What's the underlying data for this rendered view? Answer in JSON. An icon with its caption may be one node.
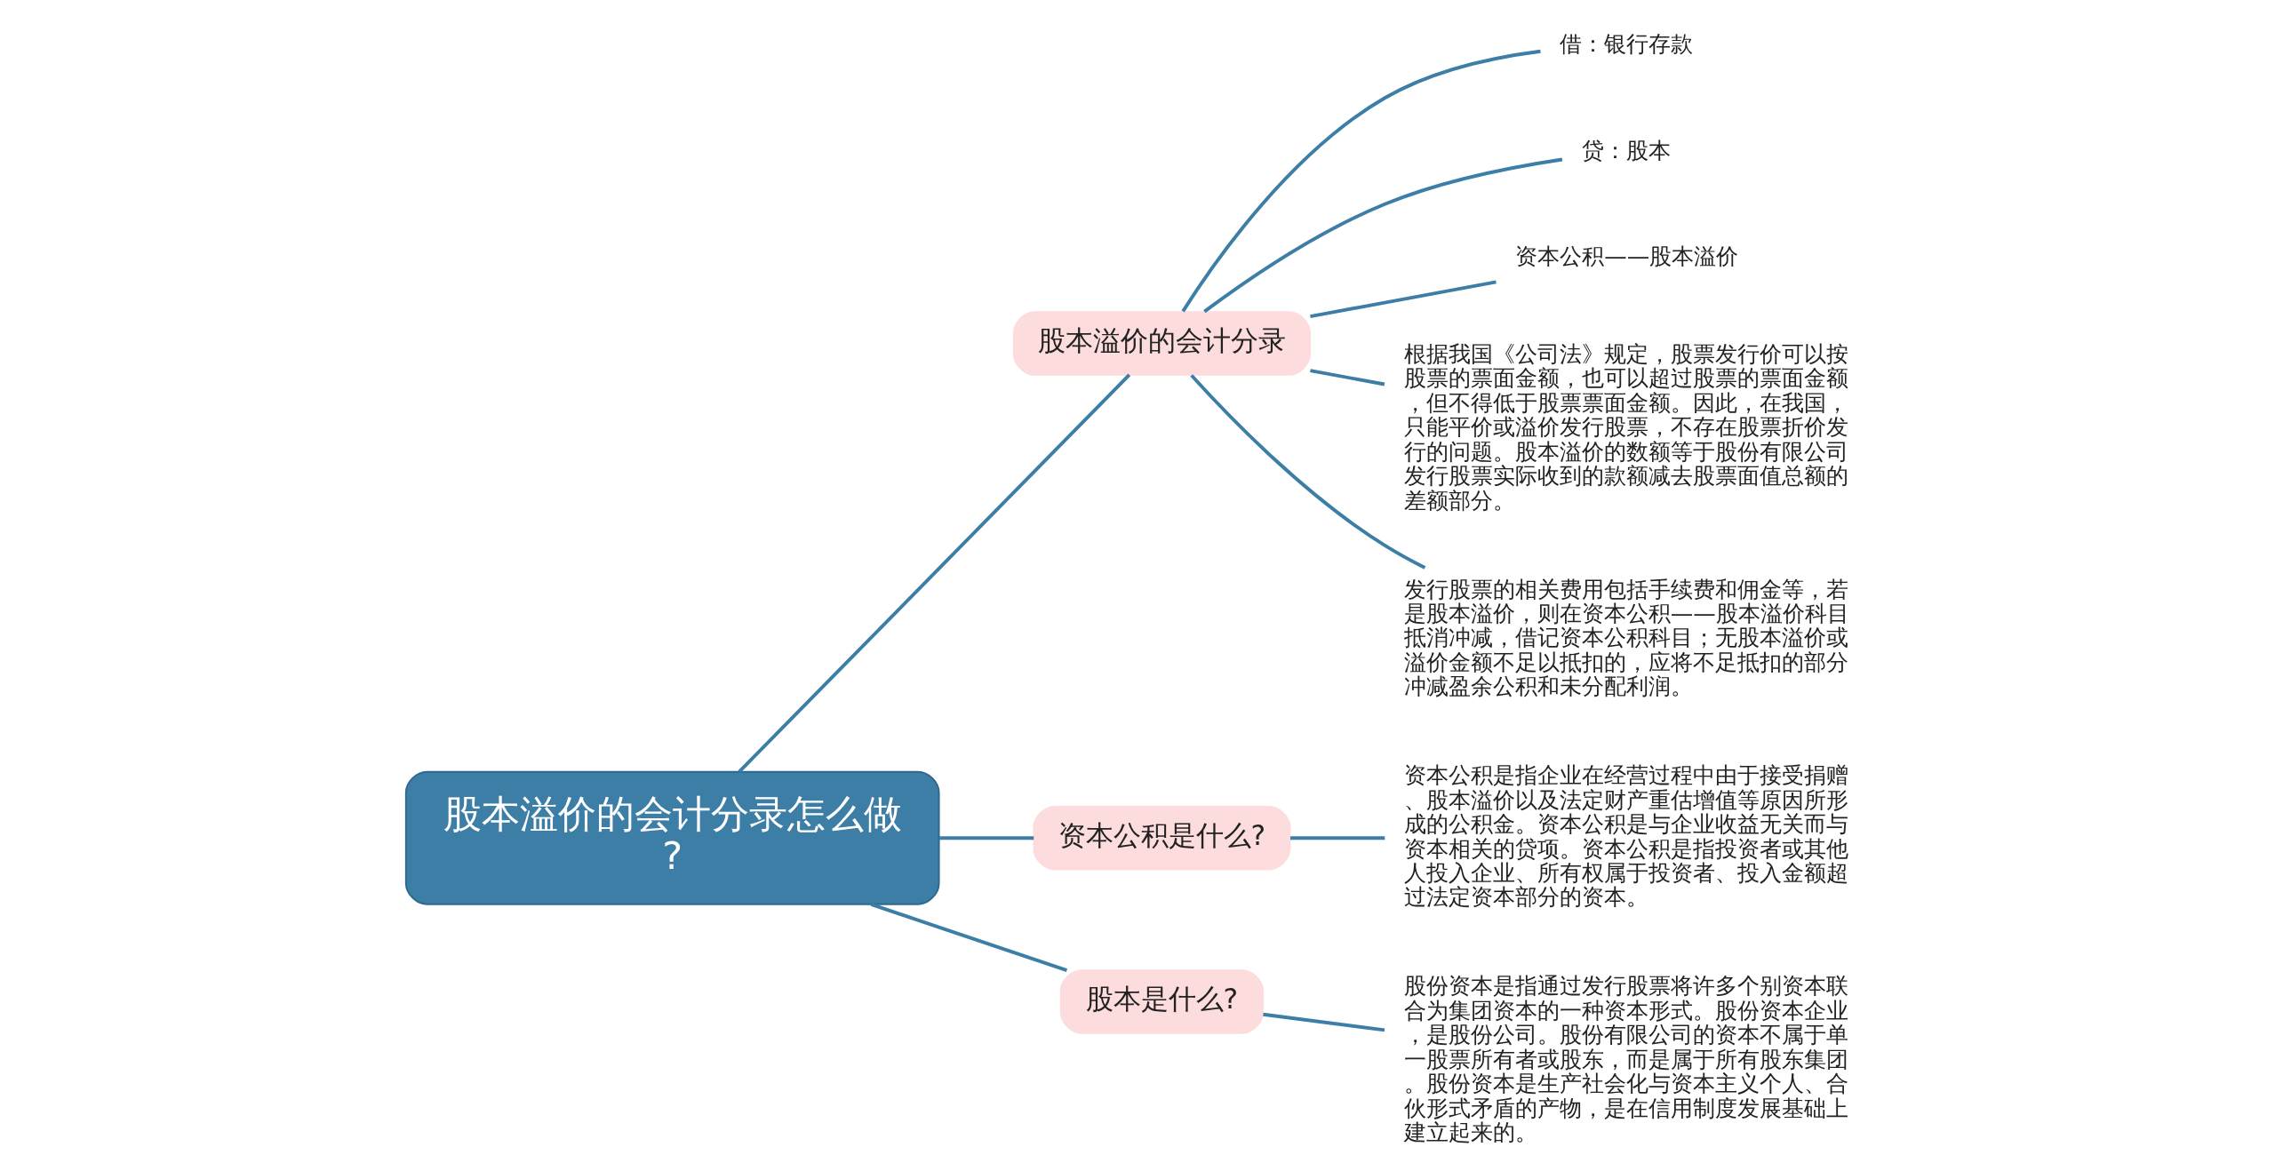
{
  "diagram": {
    "nodes": [
      {
        "text": [
          "股本溢价的会计分录怎么做?"
        ]
      },
      {
        "text": [
          "股本溢价的会计分录"
        ]
      },
      {
        "text": [
          "资本公积是什么?"
        ]
      },
      {
        "text": [
          "股本是什么?"
        ]
      },
      {
        "text": [
          "借：银行存款"
        ]
      },
      {
        "text": [
          "贷：股本"
        ]
      },
      {
        "text": [
          "资本公积——股本溢价"
        ]
      },
      {
        "text": [
          "根据我国《公司法》规定，股票发行价可以按股票的票面金额，也可以超过股票的票面金额，但不得低于股票票面金额。因此，在我国，只能平价或溢价发行股票，不存在股票折价发行的问题。股本溢价的数额等于股份有限公司发行股票实际收到的款额减去股票面值总额的差额部分。"
        ]
      },
      {
        "text": [
          "发行股票的相关费用包括手续费和佣金等，若是股本溢价，则在资本公积——股本溢价科目抵消冲减，借记资本公积科目；无股本溢价或溢价金额不足以抵扣的，应将不足抵扣的部分冲减盈余公积和未分配利润。"
        ]
      },
      {
        "text": [
          "资本公积是指企业在经营过程中由于接受捐赠、股本溢价以及法定财产重估增值等原因所形成的公积金。资本公积是与企业收益无关而与资本相关的贷项。资本公积是指投资者或其他人投入企业、所有权属于投资者、投入金额超过法定资本部分的资本。"
        ]
      },
      {
        "text": [
          "股份资本是指通过发行股票将许多个别资本联合为集团资本的一种资本形式。股份资本企业，是股份公司。股份有限公司的资本不属于单一股票所有者或股东，而是属于所有股东集团。股份资本是生产社会化与资本主义个人、合伙形式矛盾的产物，是在信用制度发展基础上建立起来的。"
        ]
      }
    ],
    "edges": [
      {
        "from": 0,
        "to": 1,
        "arrow": "none"
      },
      {
        "from": 0,
        "to": 2,
        "arrow": "none"
      },
      {
        "from": 0,
        "to": 3,
        "arrow": "none"
      },
      {
        "from": 1,
        "to": 4,
        "arrow": "none"
      },
      {
        "from": 1,
        "to": 5,
        "arrow": "none"
      },
      {
        "from": 1,
        "to": 6,
        "arrow": "none"
      },
      {
        "from": 1,
        "to": 7,
        "arrow": "none"
      },
      {
        "from": 1,
        "to": 8,
        "arrow": "none"
      },
      {
        "from": 2,
        "to": 9,
        "arrow": "none"
      },
      {
        "from": 3,
        "to": 10,
        "arrow": "none"
      }
    ]
  }
}
